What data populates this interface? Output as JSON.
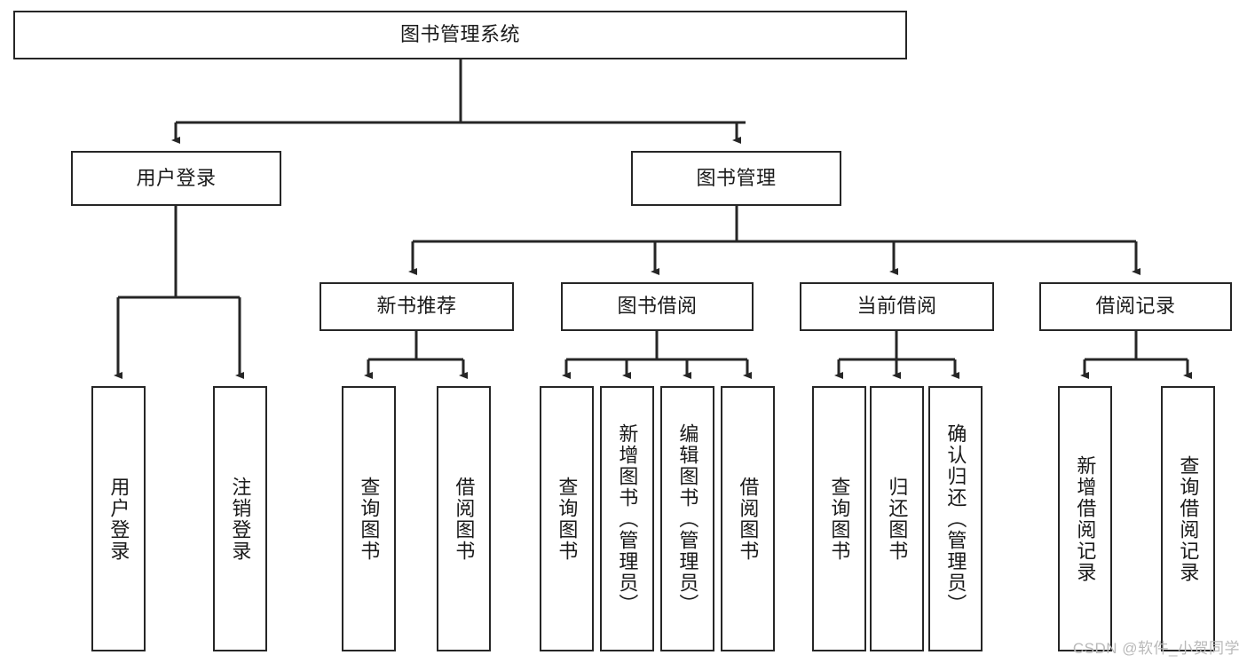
{
  "diagram": {
    "title": "图书管理系统",
    "type": "hierarchy-tree",
    "levels": [
      {
        "level": 1,
        "nodes": [
          {
            "id": "root",
            "label": "图书管理系统",
            "orientation": "horizontal"
          }
        ]
      },
      {
        "level": 2,
        "nodes": [
          {
            "id": "login",
            "label": "用户登录",
            "orientation": "horizontal"
          },
          {
            "id": "bookmgmt",
            "label": "图书管理",
            "orientation": "horizontal"
          }
        ]
      },
      {
        "level": 3,
        "nodes": [
          {
            "id": "newbook",
            "label": "新书推荐",
            "orientation": "horizontal"
          },
          {
            "id": "borrow",
            "label": "图书借阅",
            "orientation": "horizontal"
          },
          {
            "id": "current",
            "label": "当前借阅",
            "orientation": "horizontal"
          },
          {
            "id": "records",
            "label": "借阅记录",
            "orientation": "horizontal"
          }
        ]
      },
      {
        "level": 4,
        "nodes": [
          {
            "id": "leaf-user-login",
            "label": "用户登录",
            "orientation": "vertical",
            "parent": "login"
          },
          {
            "id": "leaf-user-logout",
            "label": "注销登录",
            "orientation": "vertical",
            "parent": "login"
          },
          {
            "id": "leaf-query-book-1",
            "label": "查询图书",
            "orientation": "vertical",
            "parent": "newbook"
          },
          {
            "id": "leaf-borrow-book-1",
            "label": "借阅图书",
            "orientation": "vertical",
            "parent": "newbook"
          },
          {
            "id": "leaf-query-book-2",
            "label": "查询图书",
            "orientation": "vertical",
            "parent": "borrow"
          },
          {
            "id": "leaf-add-book",
            "label": "新增图书（管理员）",
            "orientation": "vertical",
            "parent": "borrow"
          },
          {
            "id": "leaf-edit-book",
            "label": "编辑图书（管理员）",
            "orientation": "vertical",
            "parent": "borrow"
          },
          {
            "id": "leaf-borrow-book-2",
            "label": "借阅图书",
            "orientation": "vertical",
            "parent": "borrow"
          },
          {
            "id": "leaf-query-book-3",
            "label": "查询图书",
            "orientation": "vertical",
            "parent": "current"
          },
          {
            "id": "leaf-return-book",
            "label": "归还图书",
            "orientation": "vertical",
            "parent": "current"
          },
          {
            "id": "leaf-confirm-return",
            "label": "确认归还（管理员）",
            "orientation": "vertical",
            "parent": "current"
          },
          {
            "id": "leaf-add-record",
            "label": "新增借阅记录",
            "orientation": "vertical",
            "parent": "records"
          },
          {
            "id": "leaf-query-record",
            "label": "查询借阅记录",
            "orientation": "vertical",
            "parent": "records"
          }
        ]
      }
    ]
  },
  "watermark": {
    "text": "CSDN @软件_小贺同学"
  },
  "colors": {
    "stroke": "#262626",
    "background": "#ffffff",
    "text": "#1a1a1a",
    "watermark": "#b9b9b9"
  }
}
